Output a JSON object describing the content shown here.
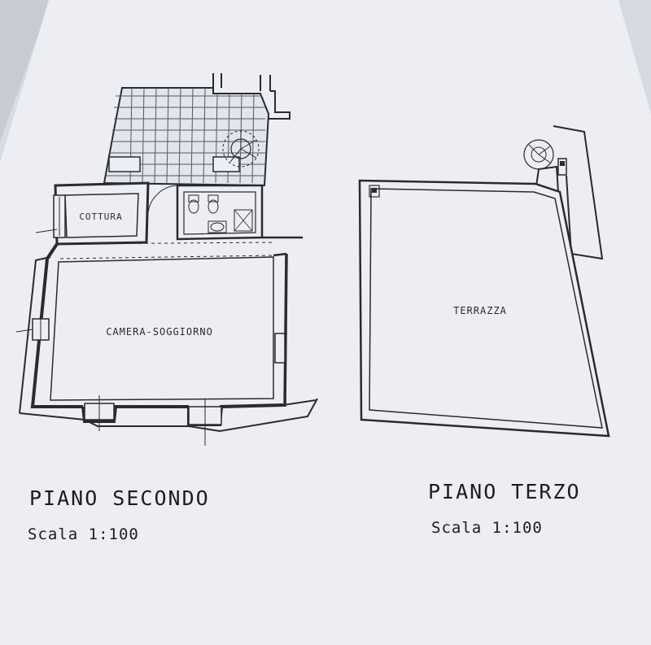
{
  "plans": [
    {
      "title": "PIANO SECONDO",
      "scale": "Scala 1:100",
      "rooms": [
        "COTTURA",
        "CAMERA-SOGGIORNO"
      ]
    },
    {
      "title": "PIANO TERZO",
      "scale": "Scala 1:100",
      "rooms": [
        "TERRAZZA"
      ]
    }
  ],
  "colors": {
    "paper": "#eceef4",
    "background": "#d9dbe4",
    "ink": "#1c1c22",
    "wall": "#2a2a30",
    "grid": "#55575e"
  },
  "icons": [
    "spiral-staircase",
    "toilet",
    "bidet",
    "sink",
    "shower",
    "window"
  ]
}
